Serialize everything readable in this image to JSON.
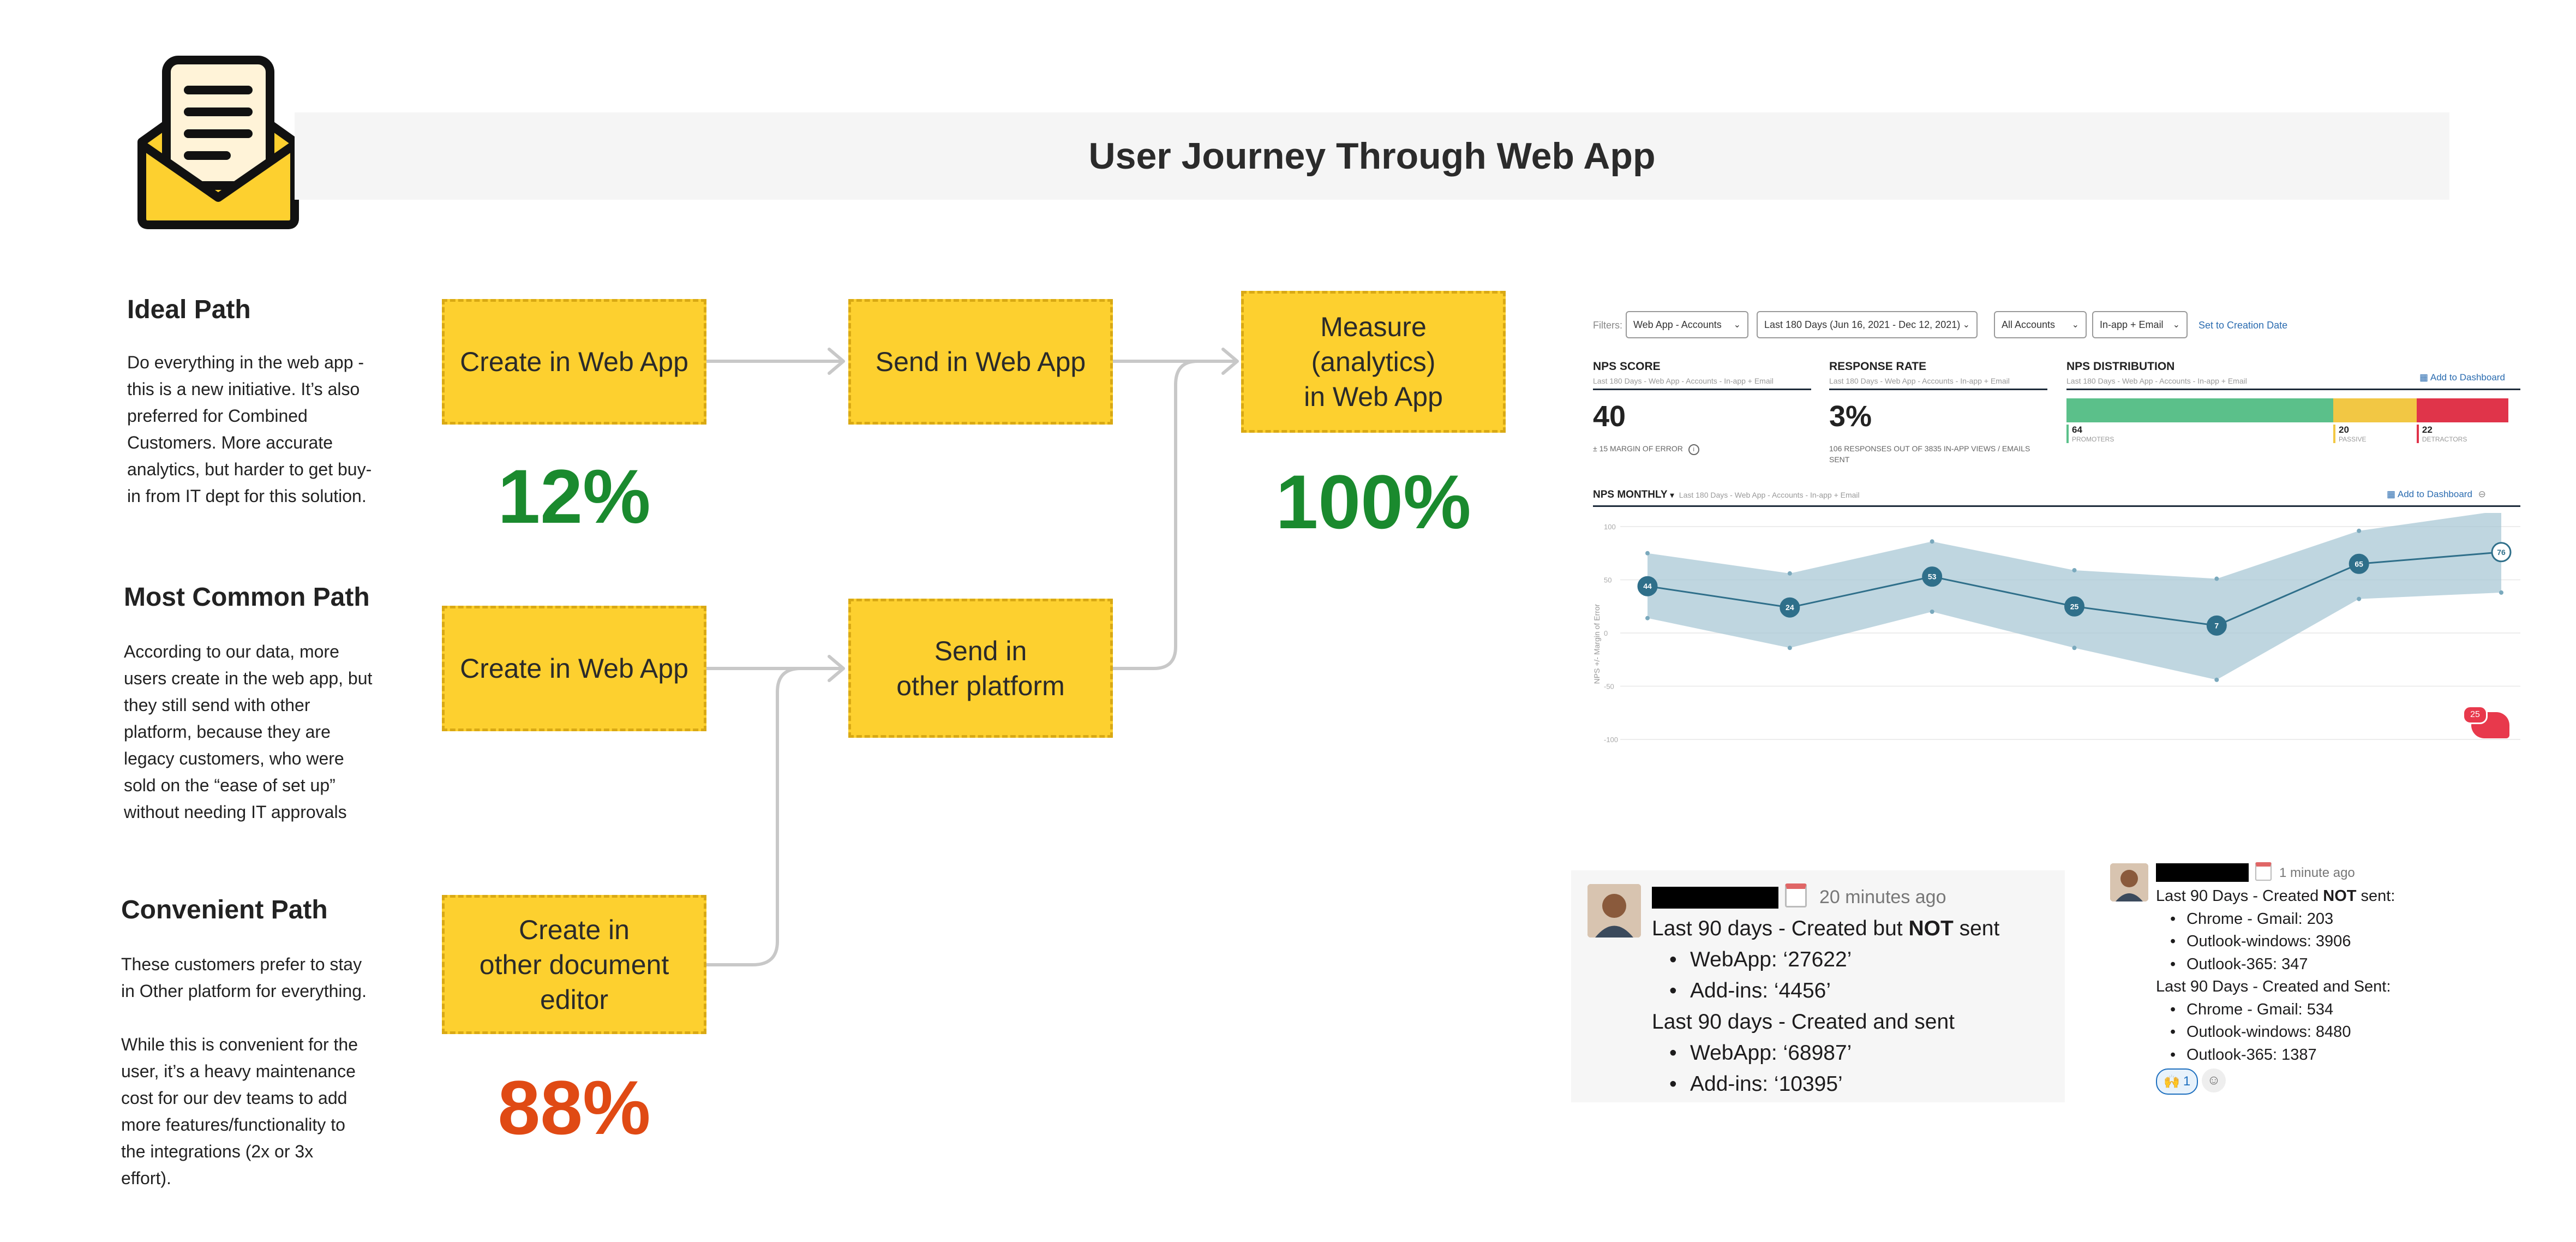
{
  "header": {
    "title": "User Journey Through Web App"
  },
  "paths": [
    {
      "heading": "Ideal Path",
      "body": "Do everything in the web app -\nthis is a new initiative. It’s also\npreferred for Combined\nCustomers. More accurate\nanalytics, but harder to get buy-\nin from IT dept for this solution."
    },
    {
      "heading": "Most Common Path",
      "body": "According to our data, more\nusers create in the web app, but\nthey still send with other\nplatform, because they are\nlegacy customers, who were\nsold on the “ease of set up”\nwithout needing IT approvals"
    },
    {
      "heading": "Convenient Path",
      "body": "These customers prefer to stay\nin Other platform for everything.\n\nWhile this is convenient for the\nuser, it’s a heavy maintenance\ncost for our dev teams to add\nmore features/functionality to\nthe integrations (2x or 3x\neffort)."
    }
  ],
  "flow": {
    "create_web_1": "Create in Web App",
    "send_web": "Send in Web App",
    "measure": "Measure\n(analytics)\nin Web App",
    "create_web_2": "Create in Web App",
    "send_other": "Send in\nother platform",
    "create_other": "Create in\nother document\neditor",
    "pct_ideal": "12%",
    "pct_measure": "100%",
    "pct_convenient": "88%",
    "colors": {
      "green": "#1a8a2e",
      "red": "#e04a14",
      "box": "#fdd02f"
    }
  },
  "dashboard": {
    "filters_label": "Filters:",
    "filters": [
      "Web App - Accounts",
      "Last 180 Days (Jun 16, 2021 - Dec 12, 2021)",
      "All Accounts",
      "In-app + Email"
    ],
    "creation_link": "Set to Creation Date",
    "nps_score": {
      "title": "NPS SCORE",
      "sub": "Last 180 Days - Web App - Accounts - In-app + Email",
      "value": "40",
      "note": "± 15 MARGIN OF ERROR"
    },
    "response_rate": {
      "title": "RESPONSE RATE",
      "sub": "Last 180 Days - Web App - Accounts - In-app + Email",
      "value": "3%",
      "note": "106 RESPONSES OUT OF 3835 IN-APP VIEWS / EMAILS SENT"
    },
    "distribution": {
      "title": "NPS DISTRIBUTION",
      "sub": "Last 180 Days - Web App - Accounts - In-app + Email",
      "add": "Add to Dashboard",
      "segments": [
        {
          "count": "64",
          "label": "PROMOTERS",
          "color": "#5bc08a",
          "share": 64
        },
        {
          "count": "20",
          "label": "PASSIVE",
          "color": "#f2c744",
          "share": 20
        },
        {
          "count": "22",
          "label": "DETRACTORS",
          "color": "#e0344a",
          "share": 22
        }
      ]
    },
    "monthly": {
      "title": "NPS MONTHLY",
      "sub": "Last 180 Days - Web App - Accounts - In-app + Email",
      "add": "Add to Dashboard"
    },
    "notif_badge": "25"
  },
  "chart_data": {
    "type": "line",
    "title": "NPS MONTHLY",
    "ylabel": "NPS +/- Margin of Error",
    "ylim": [
      -100,
      100
    ],
    "yticks": [
      "100",
      "50",
      "0",
      "-50",
      "-100"
    ],
    "series": [
      {
        "name": "NPS",
        "values": [
          44,
          24,
          53,
          25,
          7,
          65,
          76
        ]
      },
      {
        "name": "upper",
        "values": [
          75,
          56,
          86,
          59,
          51,
          96,
          115
        ]
      },
      {
        "name": "lower",
        "values": [
          14,
          -14,
          20,
          -14,
          -44,
          32,
          38
        ]
      }
    ],
    "color": "#2f6f8a"
  },
  "chat1": {
    "time": "20 minutes ago",
    "line1_pre": "Last 90 days - Created but ",
    "line1_bold": "NOT",
    "line1_post": " sent",
    "items1": [
      "WebApp: ‘27622’",
      "Add-ins: ‘4456’"
    ],
    "line2": "Last 90 days - Created and sent",
    "items2": [
      "WebApp: ‘68987’",
      "Add-ins: ‘10395’"
    ]
  },
  "chat2": {
    "time": "1 minute ago",
    "line1_pre": "Last 90 Days - Created ",
    "line1_bold": "NOT",
    "line1_post": " sent:",
    "items1": [
      "Chrome - Gmail: 203",
      "Outlook-windows: 3906",
      "Outlook-365: 347"
    ],
    "line2": "Last 90 Days - Created and Sent:",
    "items2": [
      "Chrome - Gmail: 534",
      "Outlook-windows: 8480",
      "Outlook-365: 1387"
    ],
    "reaction": "🙌",
    "reaction_count": "1"
  }
}
